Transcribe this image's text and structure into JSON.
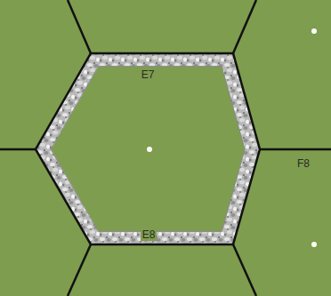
{
  "diagram": {
    "labels": [
      "E7",
      "E8",
      "F8"
    ]
  }
}
